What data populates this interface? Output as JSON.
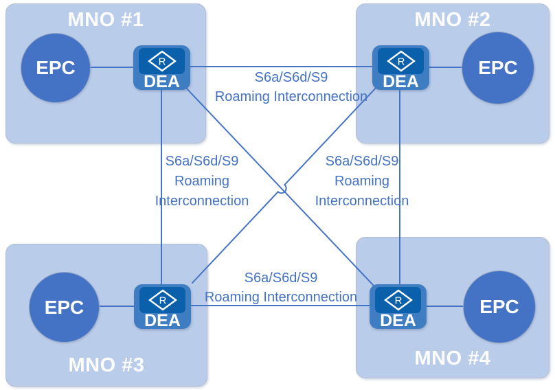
{
  "colors": {
    "operator_box_fill": "#b9cce9",
    "core_node_fill": "#4472c4",
    "link_line": "#4472c4",
    "link_label_text": "#4472c4",
    "dea_outer_fill": "#3f7dc2",
    "dea_inner_fill": "#0a60ab",
    "node_text": "#ffffff"
  },
  "operators": [
    {
      "title": "MNO #1",
      "core": "EPC",
      "edge_agent": "DEA",
      "edge_agent_icon": "R"
    },
    {
      "title": "MNO #2",
      "core": "EPC",
      "edge_agent": "DEA",
      "edge_agent_icon": "R"
    },
    {
      "title": "MNO #3",
      "core": "EPC",
      "edge_agent": "DEA",
      "edge_agent_icon": "R"
    },
    {
      "title": "MNO #4",
      "core": "EPC",
      "edge_agent": "DEA",
      "edge_agent_icon": "R"
    }
  ],
  "links": [
    {
      "from": "MNO #1 DEA",
      "to": "MNO #2 DEA",
      "label_position": "top-center",
      "label": [
        "S6a/S6d/S9",
        "Roaming Interconnection"
      ]
    },
    {
      "from": "MNO #1 DEA",
      "to": "MNO #3 DEA",
      "label_position": "left-middle",
      "label": [
        "S6a/S6d/S9",
        "Roaming",
        "Interconnection"
      ]
    },
    {
      "from": "MNO #2 DEA",
      "to": "MNO #4 DEA",
      "label_position": "right-middle",
      "label": [
        "S6a/S6d/S9",
        "Roaming",
        "Interconnection"
      ]
    },
    {
      "from": "MNO #3 DEA",
      "to": "MNO #4 DEA",
      "label_position": "bottom-center",
      "label": [
        "S6a/S6d/S9",
        "Roaming Interconnection"
      ]
    },
    {
      "from": "MNO #1 DEA",
      "to": "MNO #4 DEA",
      "label_position": null,
      "label": []
    },
    {
      "from": "MNO #2 DEA",
      "to": "MNO #3 DEA",
      "label_position": null,
      "label": []
    }
  ]
}
